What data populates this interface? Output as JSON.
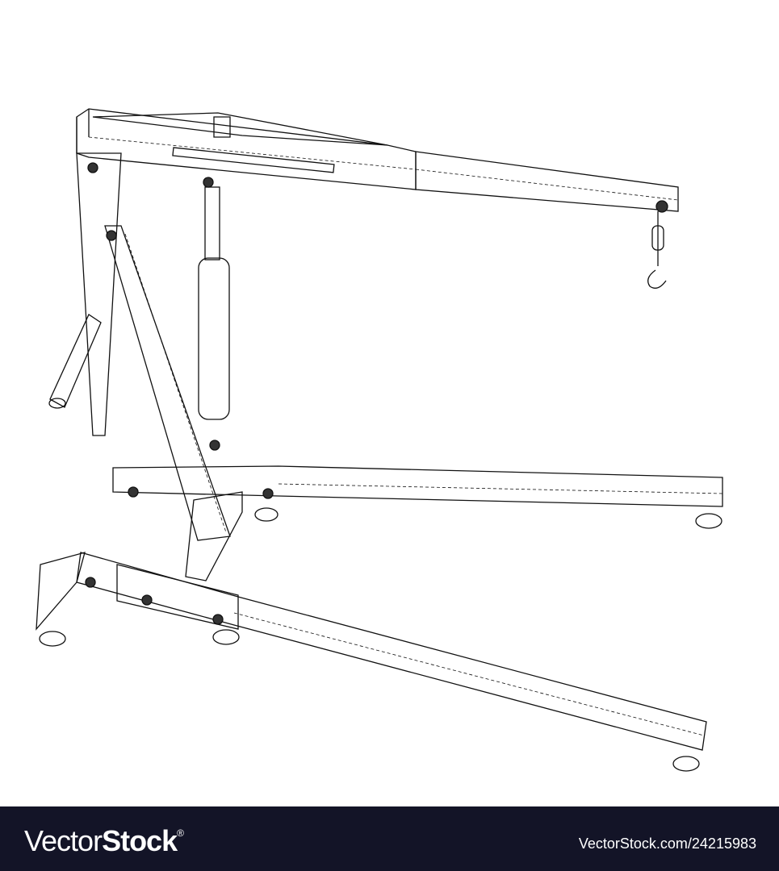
{
  "image": {
    "subject": "Engine hoist (shop crane) wireframe line drawing",
    "background": "#ffffff",
    "line_color": "#111111"
  },
  "footer": {
    "background": "#131427",
    "logo_light": "Vector",
    "logo_bold": "Stock",
    "logo_mark": "®",
    "reference": "VectorStock.com/24215983"
  }
}
